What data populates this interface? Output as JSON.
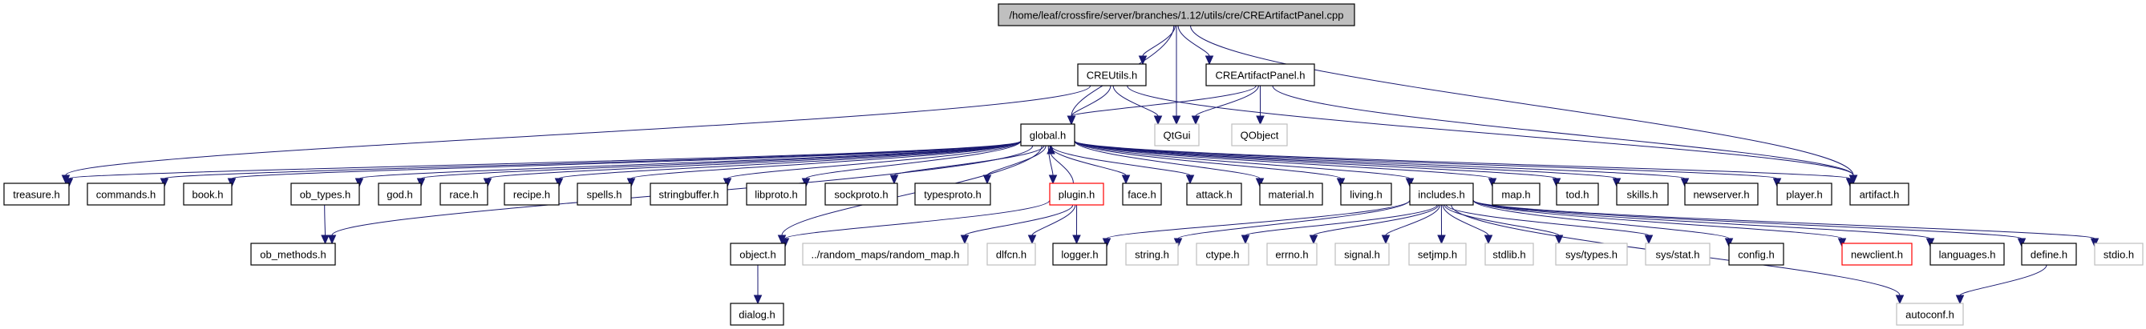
{
  "title": "/home/leaf/crossfire/server/branches/1.12/utils/cre/CREArtifactPanel.cpp",
  "colors": {
    "edge": "#191970",
    "root_fill": "#bfbfbf",
    "normal_border": "#000000",
    "external_border": "#bfbfbf",
    "undocumented_border": "#ff0000"
  },
  "nodes": [
    {
      "id": "root",
      "label": "/home/leaf/crossfire/server/branches/1.12/utils/cre/CREArtifactPanel.cpp",
      "kind": "root"
    },
    {
      "id": "creutils",
      "label": "CREUtils.h",
      "kind": "normal"
    },
    {
      "id": "creartifactpanel",
      "label": "CREArtifactPanel.h",
      "kind": "normal"
    },
    {
      "id": "global",
      "label": "global.h",
      "kind": "normal"
    },
    {
      "id": "qtgui",
      "label": "QtGui",
      "kind": "external"
    },
    {
      "id": "qobject",
      "label": "QObject",
      "kind": "external"
    },
    {
      "id": "treasure",
      "label": "treasure.h",
      "kind": "normal"
    },
    {
      "id": "commands",
      "label": "commands.h",
      "kind": "normal"
    },
    {
      "id": "book",
      "label": "book.h",
      "kind": "normal"
    },
    {
      "id": "ob_types",
      "label": "ob_types.h",
      "kind": "normal"
    },
    {
      "id": "god",
      "label": "god.h",
      "kind": "normal"
    },
    {
      "id": "race",
      "label": "race.h",
      "kind": "normal"
    },
    {
      "id": "recipe",
      "label": "recipe.h",
      "kind": "normal"
    },
    {
      "id": "spells",
      "label": "spells.h",
      "kind": "normal"
    },
    {
      "id": "stringbuffer",
      "label": "stringbuffer.h",
      "kind": "normal"
    },
    {
      "id": "libproto",
      "label": "libproto.h",
      "kind": "normal"
    },
    {
      "id": "sockproto",
      "label": "sockproto.h",
      "kind": "normal"
    },
    {
      "id": "typesproto",
      "label": "typesproto.h",
      "kind": "normal"
    },
    {
      "id": "plugin",
      "label": "plugin.h",
      "kind": "undocumented"
    },
    {
      "id": "face",
      "label": "face.h",
      "kind": "normal"
    },
    {
      "id": "attack",
      "label": "attack.h",
      "kind": "normal"
    },
    {
      "id": "material",
      "label": "material.h",
      "kind": "normal"
    },
    {
      "id": "living",
      "label": "living.h",
      "kind": "normal"
    },
    {
      "id": "includes",
      "label": "includes.h",
      "kind": "normal"
    },
    {
      "id": "map",
      "label": "map.h",
      "kind": "normal"
    },
    {
      "id": "tod",
      "label": "tod.h",
      "kind": "normal"
    },
    {
      "id": "skills",
      "label": "skills.h",
      "kind": "normal"
    },
    {
      "id": "newserver",
      "label": "newserver.h",
      "kind": "normal"
    },
    {
      "id": "player",
      "label": "player.h",
      "kind": "normal"
    },
    {
      "id": "artifact",
      "label": "artifact.h",
      "kind": "normal"
    },
    {
      "id": "ob_methods",
      "label": "ob_methods.h",
      "kind": "normal"
    },
    {
      "id": "object",
      "label": "object.h",
      "kind": "normal"
    },
    {
      "id": "random_map",
      "label": "../random_maps/random_map.h",
      "kind": "external"
    },
    {
      "id": "dlfcn",
      "label": "dlfcn.h",
      "kind": "external"
    },
    {
      "id": "logger",
      "label": "logger.h",
      "kind": "normal"
    },
    {
      "id": "string",
      "label": "string.h",
      "kind": "external"
    },
    {
      "id": "ctype",
      "label": "ctype.h",
      "kind": "external"
    },
    {
      "id": "errno",
      "label": "errno.h",
      "kind": "external"
    },
    {
      "id": "signal",
      "label": "signal.h",
      "kind": "external"
    },
    {
      "id": "setjmp",
      "label": "setjmp.h",
      "kind": "external"
    },
    {
      "id": "stdlib",
      "label": "stdlib.h",
      "kind": "external"
    },
    {
      "id": "sys_types",
      "label": "sys/types.h",
      "kind": "external"
    },
    {
      "id": "sys_stat",
      "label": "sys/stat.h",
      "kind": "external"
    },
    {
      "id": "config",
      "label": "config.h",
      "kind": "normal"
    },
    {
      "id": "newclient",
      "label": "newclient.h",
      "kind": "undocumented"
    },
    {
      "id": "languages",
      "label": "languages.h",
      "kind": "normal"
    },
    {
      "id": "define",
      "label": "define.h",
      "kind": "normal"
    },
    {
      "id": "stdio",
      "label": "stdio.h",
      "kind": "external"
    },
    {
      "id": "dialog",
      "label": "dialog.h",
      "kind": "normal"
    },
    {
      "id": "autoconf",
      "label": "autoconf.h",
      "kind": "external"
    }
  ],
  "edges": [
    [
      "root",
      "creutils"
    ],
    [
      "root",
      "global"
    ],
    [
      "root",
      "qtgui"
    ],
    [
      "root",
      "creartifactpanel"
    ],
    [
      "root",
      "artifact"
    ],
    [
      "creutils",
      "global"
    ],
    [
      "creutils",
      "qtgui"
    ],
    [
      "creutils",
      "treasure"
    ],
    [
      "creutils",
      "artifact"
    ],
    [
      "creartifactpanel",
      "global"
    ],
    [
      "creartifactpanel",
      "qtgui"
    ],
    [
      "creartifactpanel",
      "qobject"
    ],
    [
      "creartifactpanel",
      "artifact"
    ],
    [
      "global",
      "treasure"
    ],
    [
      "global",
      "commands"
    ],
    [
      "global",
      "book"
    ],
    [
      "global",
      "ob_types"
    ],
    [
      "global",
      "ob_methods"
    ],
    [
      "global",
      "god"
    ],
    [
      "global",
      "race"
    ],
    [
      "global",
      "recipe"
    ],
    [
      "global",
      "spells"
    ],
    [
      "global",
      "stringbuffer"
    ],
    [
      "global",
      "libproto"
    ],
    [
      "global",
      "sockproto"
    ],
    [
      "global",
      "typesproto"
    ],
    [
      "global",
      "plugin"
    ],
    [
      "global",
      "object"
    ],
    [
      "global",
      "face"
    ],
    [
      "global",
      "attack"
    ],
    [
      "global",
      "material"
    ],
    [
      "global",
      "living"
    ],
    [
      "global",
      "includes"
    ],
    [
      "global",
      "map"
    ],
    [
      "global",
      "tod"
    ],
    [
      "global",
      "skills"
    ],
    [
      "global",
      "newserver"
    ],
    [
      "global",
      "player"
    ],
    [
      "global",
      "artifact"
    ],
    [
      "plugin",
      "global"
    ],
    [
      "plugin",
      "object"
    ],
    [
      "plugin",
      "random_map"
    ],
    [
      "plugin",
      "dlfcn"
    ],
    [
      "plugin",
      "logger"
    ],
    [
      "ob_types",
      "ob_methods"
    ],
    [
      "object",
      "dialog"
    ],
    [
      "includes",
      "logger"
    ],
    [
      "includes",
      "string"
    ],
    [
      "includes",
      "ctype"
    ],
    [
      "includes",
      "errno"
    ],
    [
      "includes",
      "signal"
    ],
    [
      "includes",
      "setjmp"
    ],
    [
      "includes",
      "stdlib"
    ],
    [
      "includes",
      "sys_types"
    ],
    [
      "includes",
      "sys_stat"
    ],
    [
      "includes",
      "config"
    ],
    [
      "includes",
      "newclient"
    ],
    [
      "includes",
      "languages"
    ],
    [
      "includes",
      "define"
    ],
    [
      "includes",
      "stdio"
    ],
    [
      "includes",
      "autoconf"
    ],
    [
      "define",
      "autoconf"
    ]
  ]
}
